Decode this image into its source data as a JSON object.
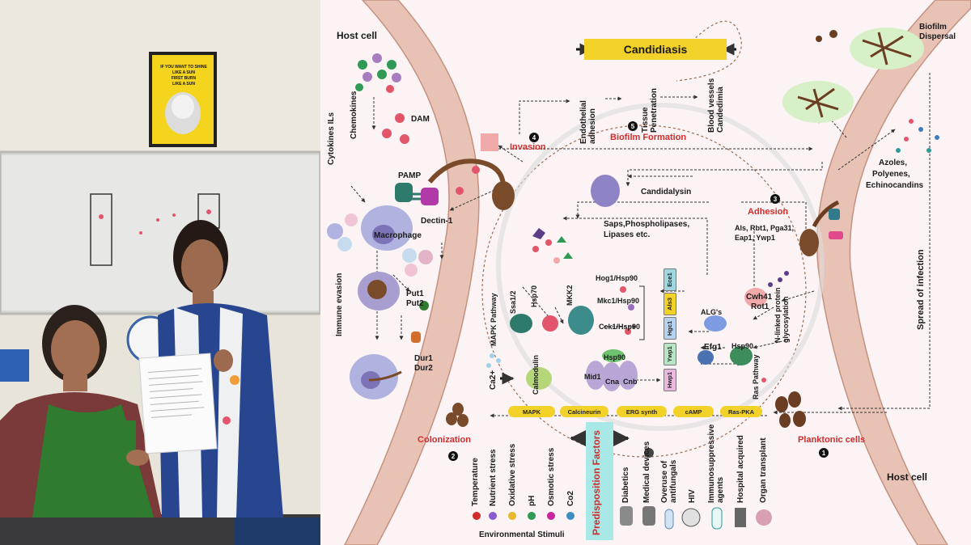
{
  "photo": {
    "poster_lines": [
      "IF YOU WANT TO SHINE",
      "LIKE A SUN",
      "FIRST BURN",
      "LIKE A SUN"
    ],
    "paper_title": ""
  },
  "diagram": {
    "host_cell_top": "Host cell",
    "host_cell_bottom": "Host cell",
    "candidiasis": "Candidiasis",
    "endothelial_adhesion": "Endothelial adhesion",
    "tissue_penetration": "Tissue Penetration",
    "blood_vessels": "Blood vessels Candedimia",
    "biofilm_dispersal": "Biofilm Dispersal",
    "cytokines": "Cytokines ILs",
    "chemokines": "Chemokines",
    "dam": "DAM",
    "invasion": "Invasion",
    "biofilm_formation": "Biofilm Formation",
    "pamp": "PAMP",
    "dectin": "Dectin-1",
    "macrophage": "Macrophage",
    "candidalysin": "Candidalysin",
    "saps": "Saps,Phospholipases,",
    "lipases": "Lipases etc.",
    "adhesion": "Adhesion",
    "adhesins_1": "Als, Rbt1, Pga31,",
    "adhesins_2": "Eap1, Ywp1",
    "azoles_1": "Azoles,",
    "azoles_2": "Polyenes,",
    "azoles_3": "Echinocandins",
    "immune_evasion": "Immune evasion",
    "put1": "Put1",
    "put2": "Put2",
    "dur1": "Dur1",
    "dur2": "Dur2",
    "mapk_pathway": "MAPK Pathway",
    "ssa": "Ssa1/2",
    "hsp70": "Hsp70",
    "mkk2": "MKK2",
    "hog1": "Hog1/Hsp90",
    "mkc1": "Mkc1/Hsp90",
    "cek1": "Cek1/Hsp90",
    "ece1": "Ece1",
    "als3": "Als3",
    "hgc1": "Hgc1",
    "ywp1": "Ywp1",
    "hwp1": "Hwp1",
    "cwh41": "Cwh41",
    "rot1": "Rot1",
    "alg": "ALG's",
    "nlinked": "N-linked protein glycosylation",
    "efg1": "Efg1",
    "hsp90": "Hsp90",
    "ras_pathway": "Ras Pathway",
    "spread": "Spread of infection",
    "ca2": "Ca2+",
    "calmodulin": "Calmodulin",
    "mid1": "Mid1",
    "cna": "Cna",
    "cnb": "Cnb",
    "hsp90_small": "Hsp90",
    "pathways": [
      "MAPK",
      "Calcineurin",
      "ERG synth",
      "cAMP",
      "Ras-PKA"
    ],
    "colonization": "Colonization",
    "planktonic": "Planktonic cells",
    "numbers": [
      "1",
      "2",
      "3",
      "4",
      "5"
    ],
    "predisposition": "Predisposition Factors",
    "stresses": [
      "Temperature",
      "Nutrient stress",
      "Oxidative stress",
      "pH",
      "Osmotic stress",
      "Co2"
    ],
    "environmental": "Environmental Stimuli",
    "factors": [
      "Diabetics",
      "Medical devices",
      "Overuse of antifungals",
      "HIV",
      "Immunosuppressive agents",
      "Hospital acquired",
      "Organ transplant"
    ],
    "colors": {
      "banner": "#f2d129",
      "red_text": "#d22d2d",
      "membrane": "#e3b8aa",
      "teal": "#a8e8e6"
    }
  }
}
